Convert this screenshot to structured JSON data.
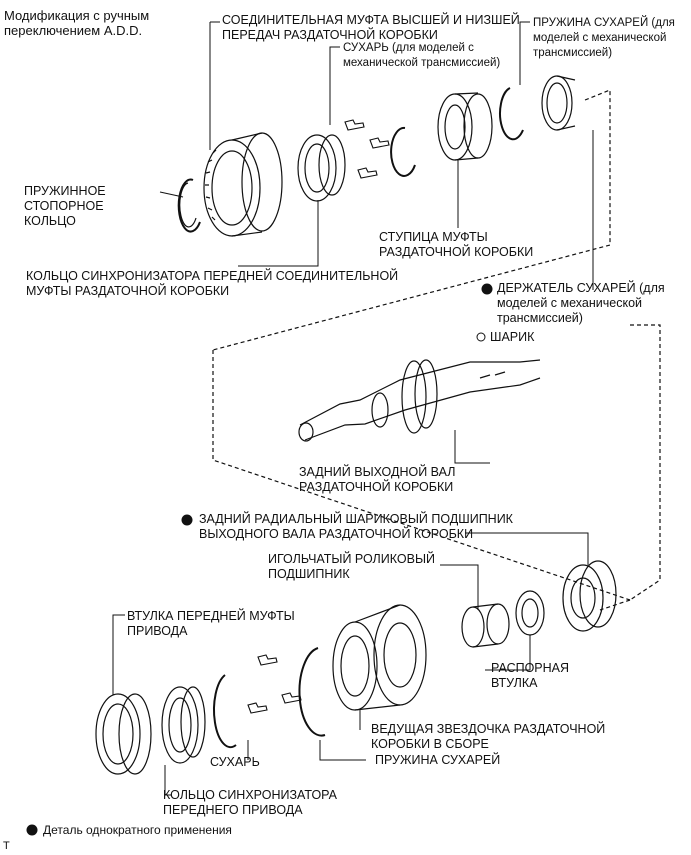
{
  "header": {
    "title": "Модификация с ручным\nпереключением A.D.D."
  },
  "labels": {
    "coupling_sleeve": "СОЕДИНИТЕЛЬНАЯ МУФТА ВЫСШЕЙ И НИЗШЕЙ\nПЕРЕДАЧ РАЗДАТОЧНОЙ КОРОБКИ",
    "key_top": "СУХАРЬ (для моделей с\nмеханической трансмиссией)",
    "key_spring_top": "ПРУЖИНА СУХАРЕЙ (для\nмоделей с механической\nтрансмиссией)",
    "snap_ring": "ПРУЖИННОЕ\nСТОПОРНОЕ\nКОЛЬЦО",
    "hub_sleeve": "СТУПИЦА МУФТЫ\nРАЗДАТОЧНОЙ КОРОБКИ",
    "synchro_ring_top": "КОЛЬЦО СИНХРОНИЗАТОРА ПЕРЕДНЕЙ СОЕДИНИТЕЛЬНОЙ\nМУФТЫ РАЗДАТОЧНОЙ КОРОБКИ",
    "key_retainer": "ДЕРЖАТЕЛЬ СУХАРЕЙ (для\nмоделей с механической\nтрансмиссией)",
    "ball": "ШАРИК",
    "rear_output_shaft": "ЗАДНИЙ ВЫХОДНОЙ ВАЛ\nРАЗДАТОЧНОЙ КОРОБКИ",
    "ball_bearing": "ЗАДНИЙ РАДИАЛЬНЫЙ ШАРИКОВЫЙ ПОДШИПНИК\nВЫХОДНОГО ВАЛА РАЗДАТОЧНОЙ КОРОБКИ",
    "needle_bearing": "ИГОЛЬЧАТЫЙ РОЛИКОВЫЙ\nПОДШИПНИК",
    "drive_sleeve": "ВТУЛКА ПЕРЕДНЕЙ МУФТЫ\nПРИВОДА",
    "spacer": "РАСПОРНАЯ\nВТУЛКА",
    "drive_sprocket": "ВЕДУЩАЯ ЗВЕЗДОЧКА РАЗДАТОЧНОЙ\nКОРОБКИ В СБОРЕ",
    "key_spring_bottom": "ПРУЖИНА СУХАРЕЙ",
    "key_bottom": "СУХАРЬ",
    "synchro_ring_bottom": "КОЛЬЦО СИНХРОНИЗАТОРА\nПЕРЕДНЕГО ПРИВОДА"
  },
  "legend": {
    "text": "Деталь однократного применения"
  },
  "corner_mark": "T"
}
